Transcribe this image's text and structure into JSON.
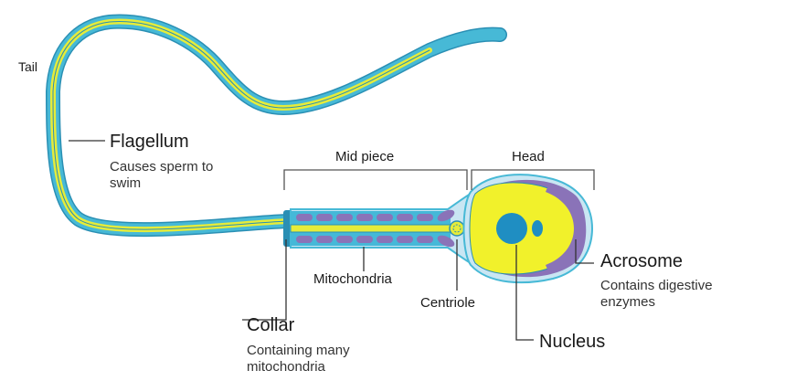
{
  "labels": {
    "tail": "Tail",
    "mid_piece": "Mid piece",
    "head": "Head",
    "flagellum": "Flagellum",
    "flagellum_desc": [
      "Causes sperm to",
      "swim"
    ],
    "mitochondria": "Mitochondria",
    "centriole": "Centriole",
    "acrosome": "Acrosome",
    "acrosome_desc": [
      "Contains digestive",
      "enzymes"
    ],
    "nucleus": "Nucleus",
    "collar": "Collar",
    "collar_desc": [
      "Containing many",
      "mitochondria"
    ]
  },
  "colors": {
    "tail_outer": "#47b9d6",
    "tail_inner": "#e6ec3a",
    "tail_edge": "#2a8fb4",
    "head_outer": "#c9e6f3",
    "head_yellow": "#f1f12b",
    "acrosome": "#8a73b8",
    "nucleus": "#1f8ec2",
    "midpiece_bg": "#45b8d8",
    "mito": "#8a73b8",
    "leader": "#333333"
  }
}
